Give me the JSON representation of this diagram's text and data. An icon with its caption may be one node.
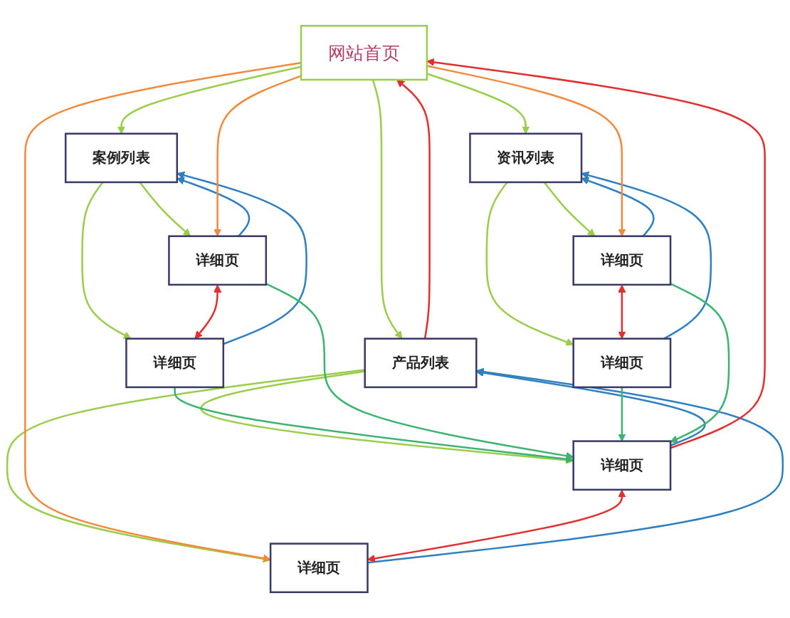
{
  "diagram": {
    "nodes": [
      {
        "text": [
          "网站首页"
        ]
      },
      {
        "text": [
          "产品列表"
        ]
      },
      {
        "text": [
          "案例列表"
        ]
      },
      {
        "text": [
          "资讯列表"
        ]
      },
      {
        "text": [
          "详细页"
        ]
      },
      {
        "text": [
          "详细页"
        ]
      },
      {
        "text": [
          "详细页"
        ]
      },
      {
        "text": [
          "详细页"
        ]
      },
      {
        "text": [
          "详细页"
        ]
      },
      {
        "text": [
          "详细页"
        ]
      }
    ],
    "edges": [
      {
        "from": 0,
        "to": 1,
        "arrow": "to",
        "color": "#9acd4a"
      },
      {
        "from": 0,
        "to": 2,
        "arrow": "to",
        "color": "#9acd4a"
      },
      {
        "from": 0,
        "to": 3,
        "arrow": "to",
        "color": "#9acd4a"
      },
      {
        "from": 1,
        "to": 4,
        "arrow": "to",
        "color": "#9acd4a"
      },
      {
        "from": 1,
        "to": 5,
        "arrow": "to",
        "color": "#9acd4a"
      },
      {
        "from": 2,
        "to": 6,
        "arrow": "to",
        "color": "#9acd4a"
      },
      {
        "from": 2,
        "to": 7,
        "arrow": "to",
        "color": "#9acd4a"
      },
      {
        "from": 3,
        "to": 8,
        "arrow": "to",
        "color": "#9acd4a"
      },
      {
        "from": 3,
        "to": 9,
        "arrow": "to",
        "color": "#9acd4a"
      },
      {
        "from": 4,
        "to": 1,
        "arrow": "to",
        "color": "#2f7fc1"
      },
      {
        "from": 5,
        "to": 1,
        "arrow": "to",
        "color": "#2f7fc1"
      },
      {
        "from": 6,
        "to": 2,
        "arrow": "to",
        "color": "#2f7fc1"
      },
      {
        "from": 7,
        "to": 2,
        "arrow": "to",
        "color": "#2f7fc1"
      },
      {
        "from": 8,
        "to": 3,
        "arrow": "to",
        "color": "#2f7fc1"
      },
      {
        "from": 9,
        "to": 3,
        "arrow": "to",
        "color": "#2f7fc1"
      },
      {
        "from": 0,
        "to": 4,
        "arrow": "to",
        "color": "#f08a3c"
      },
      {
        "from": 0,
        "to": 7,
        "arrow": "to",
        "color": "#f08a3c"
      },
      {
        "from": 0,
        "to": 9,
        "arrow": "to",
        "color": "#f08a3c"
      },
      {
        "from": 1,
        "to": 0,
        "arrow": "to",
        "color": "#e03030"
      },
      {
        "from": 5,
        "to": 0,
        "arrow": "to",
        "color": "#e03030"
      },
      {
        "from": 5,
        "to": 4,
        "arrow": "both",
        "color": "#e03030"
      },
      {
        "from": 7,
        "to": 6,
        "arrow": "both",
        "color": "#e03030"
      },
      {
        "from": 9,
        "to": 8,
        "arrow": "both",
        "color": "#e03030"
      },
      {
        "from": 6,
        "to": 5,
        "arrow": "to",
        "color": "#3cb371"
      },
      {
        "from": 7,
        "to": 5,
        "arrow": "to",
        "color": "#3cb371"
      },
      {
        "from": 8,
        "to": 5,
        "arrow": "to",
        "color": "#3cb371"
      },
      {
        "from": 9,
        "to": 5,
        "arrow": "to",
        "color": "#3cb371"
      }
    ]
  }
}
